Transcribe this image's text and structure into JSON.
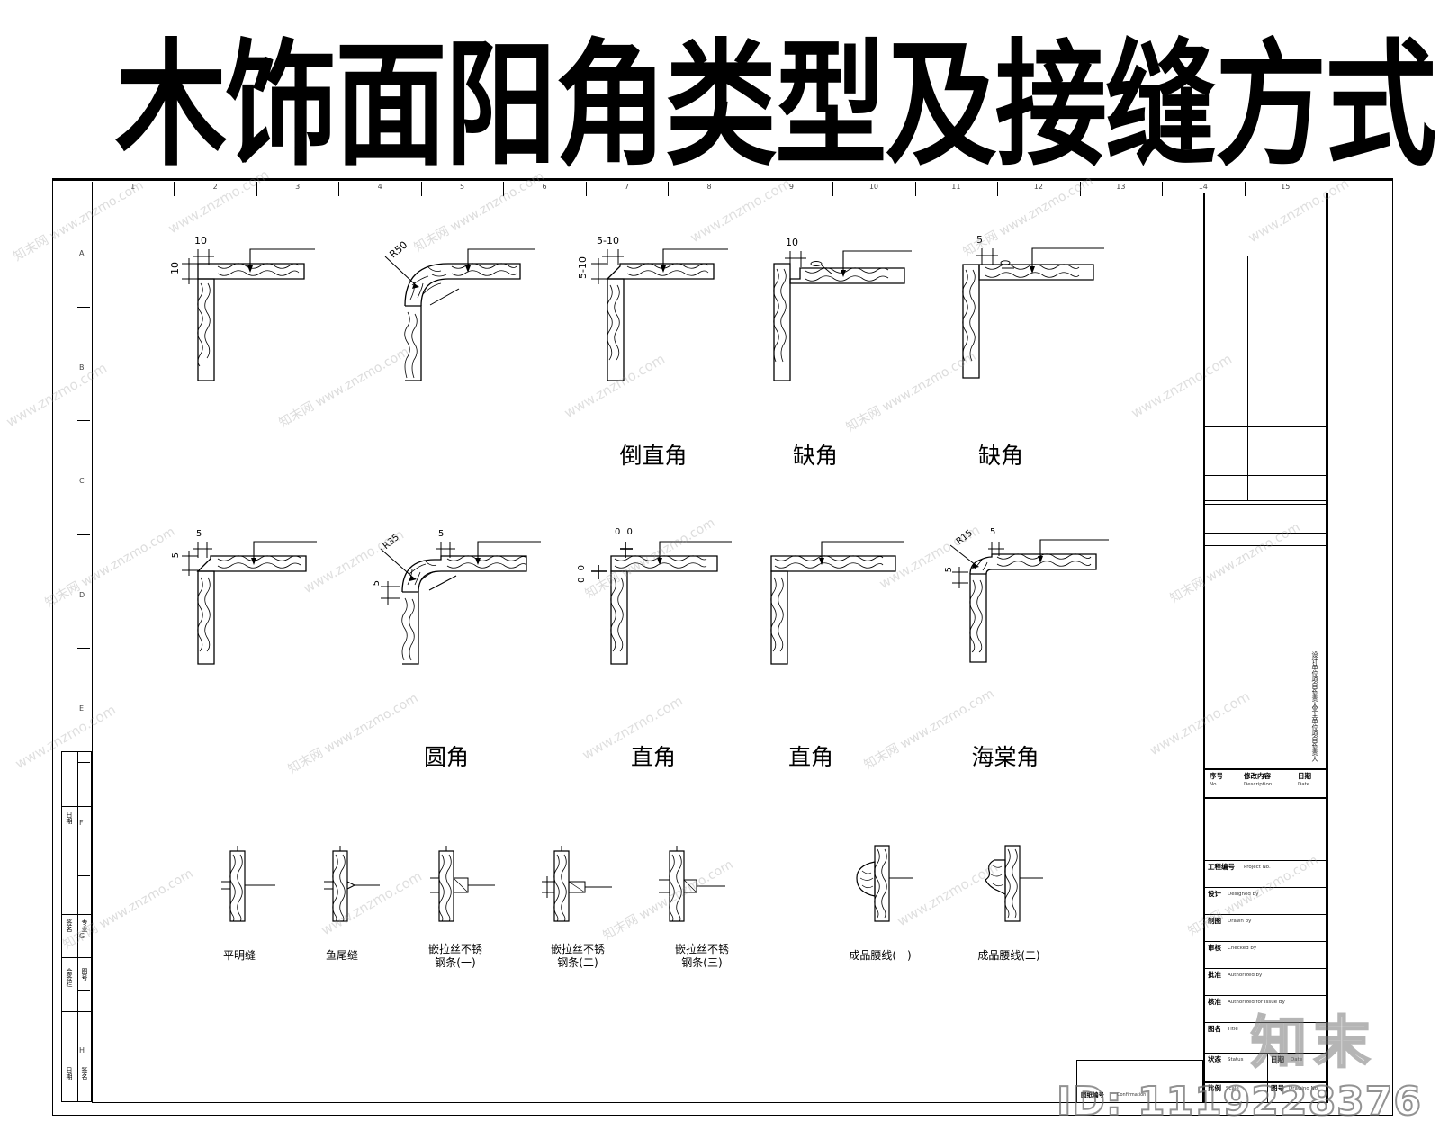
{
  "document": {
    "title": "木饰面阳角类型及接缝方式",
    "watermark_logo": "知末",
    "watermark_id": "ID: 1119228376",
    "watermark_texts": [
      "www.znzmo.com",
      "知末网 www.znzmo.com",
      "www.znzmo.com",
      "知末网",
      "www.znzmo.com",
      "知末网 www.znzmo.com"
    ]
  },
  "ruler": {
    "horizontal": [
      "1",
      "2",
      "3",
      "4",
      "5",
      "6",
      "7",
      "8",
      "9",
      "10",
      "11",
      "12",
      "13",
      "14",
      "15"
    ],
    "vertical": [
      "A",
      "B",
      "C",
      "D",
      "E",
      "F",
      "G",
      "H"
    ]
  },
  "corner_details": {
    "row1": [
      {
        "name": "detail-r1-c1",
        "label": "",
        "dims": [
          "10",
          "10"
        ],
        "kind": "square-corner"
      },
      {
        "name": "detail-r1-c2",
        "label": "",
        "dims": [
          "R50"
        ],
        "kind": "round-corner"
      },
      {
        "name": "detail-r1-c3",
        "label": "倒直角",
        "dims": [
          "5-10",
          "5-10"
        ],
        "kind": "chamfer-corner"
      },
      {
        "name": "detail-r1-c4",
        "label": "缺角",
        "dims": [
          "10"
        ],
        "kind": "notch-corner"
      },
      {
        "name": "detail-r1-c5",
        "label": "缺角",
        "dims": [
          "5",
          "5"
        ],
        "kind": "notch-corner-2"
      }
    ],
    "row2": [
      {
        "name": "detail-r2-c1",
        "label": "圆角",
        "dims": [
          "5",
          "5"
        ],
        "kind": "square-corner-5"
      },
      {
        "name": "detail-r2-c2",
        "label": "",
        "dims": [
          "R35",
          "5",
          "5"
        ],
        "kind": "round-corner-35"
      },
      {
        "name": "detail-r2-c3",
        "label": "直角",
        "dims": [
          "0 0",
          "0 0"
        ],
        "kind": "right-angle"
      },
      {
        "name": "detail-r2-c4",
        "label": "直角",
        "dims": [],
        "kind": "right-angle-plain"
      },
      {
        "name": "detail-r2-c5",
        "label": "海棠角",
        "dims": [
          "R15",
          "5",
          "5"
        ],
        "kind": "haitang-corner"
      }
    ]
  },
  "seam_details": [
    {
      "name": "seam-1",
      "label": "平明缝"
    },
    {
      "name": "seam-2",
      "label": "鱼尾缝"
    },
    {
      "name": "seam-3",
      "label": "嵌拉丝不锈\n钢条(一)"
    },
    {
      "name": "seam-4",
      "label": "嵌拉丝不锈\n钢条(二)"
    },
    {
      "name": "seam-5",
      "label": "嵌拉丝不锈\n钢条(三)"
    },
    {
      "name": "seam-6",
      "label": "成品腰线(一)"
    },
    {
      "name": "seam-7",
      "label": "成品腰线(二)"
    }
  ],
  "title_block": {
    "revision_header": [
      {
        "cn": "序号",
        "en": "No."
      },
      {
        "cn": "修改内容",
        "en": "Description"
      },
      {
        "cn": "日期",
        "en": "Date"
      }
    ],
    "fields": [
      {
        "cn": "工程编号",
        "en": "Project No.",
        "value": ""
      },
      {
        "cn": "设计",
        "en": "Designed by",
        "value": ""
      },
      {
        "cn": "制图",
        "en": "Drawn by",
        "value": ""
      },
      {
        "cn": "审核",
        "en": "Checked by",
        "value": ""
      },
      {
        "cn": "批准",
        "en": "Authorized by",
        "value": ""
      },
      {
        "cn": "核准",
        "en": "Authorized for Issue By",
        "value": ""
      },
      {
        "cn": "图名",
        "en": "Title",
        "value": ""
      }
    ],
    "status_row": [
      {
        "cn": "状态",
        "en": "Status",
        "value": ""
      },
      {
        "cn": "日期",
        "en": "Date",
        "value": ""
      }
    ],
    "scale_row": [
      {
        "cn": "比例",
        "en": "Scale",
        "value": ""
      },
      {
        "cn": "图号",
        "en": "Drawing No.",
        "value": ""
      }
    ],
    "bottom_box": {
      "cn": "图纸编号",
      "en": "Confirmation"
    },
    "side_vertical": [
      "设计单位项目负责人",
      "业主单位项目负责人"
    ]
  },
  "left_strip": {
    "cells": [
      {
        "cn": "日期",
        "en": "Date"
      },
      {
        "cn": "签名",
        "en": "Sign"
      },
      {
        "cn": "会签栏",
        "en": "Approval"
      },
      {
        "cn": "专业",
        "en": "Disc."
      },
      {
        "cn": "图号",
        "en": "No."
      }
    ]
  }
}
